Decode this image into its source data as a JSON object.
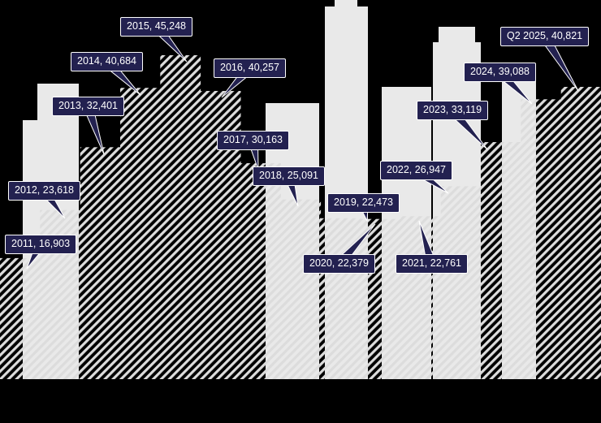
{
  "chart_data": {
    "type": "bar",
    "title": "",
    "xlabel": "",
    "ylabel": "",
    "grid": false,
    "legend": "none",
    "ylim": [
      0,
      46000
    ],
    "categories": [
      "2011",
      "2012",
      "2013",
      "2014",
      "2015",
      "2016",
      "2017",
      "2018",
      "2019",
      "2020",
      "2021",
      "2022",
      "2023",
      "2024",
      "Q2 2025"
    ],
    "values": [
      16903,
      23618,
      32401,
      40684,
      45248,
      40257,
      30163,
      25091,
      22473,
      22379,
      22761,
      26947,
      33119,
      39088,
      40821
    ],
    "annotations": [
      "2011, 16,903",
      "2012, 23,618",
      "2013, 32,401",
      "2014, 40,684",
      "2015, 45,248",
      "2016, 40,257",
      "2017, 30,163",
      "2018, 25,091",
      "2019, 22,473",
      "2020, 22,379",
      "2021, 22,761",
      "2022, 26,947",
      "2023, 33,119",
      "2024, 39,088",
      "Q2 2025, 40,821"
    ],
    "style_note": "bars rendered as a diagonal-hatched city-skyline silhouette on a black background; each bar annotated with a dark navy callout box and leader pointer"
  },
  "colors": {
    "background": "#000000",
    "building_fill": "#e9e9e9",
    "hatch_stripe": "#dcdcdc",
    "label_bg": "#232150",
    "label_border": "#ffffff",
    "label_text": "#ffffff"
  }
}
